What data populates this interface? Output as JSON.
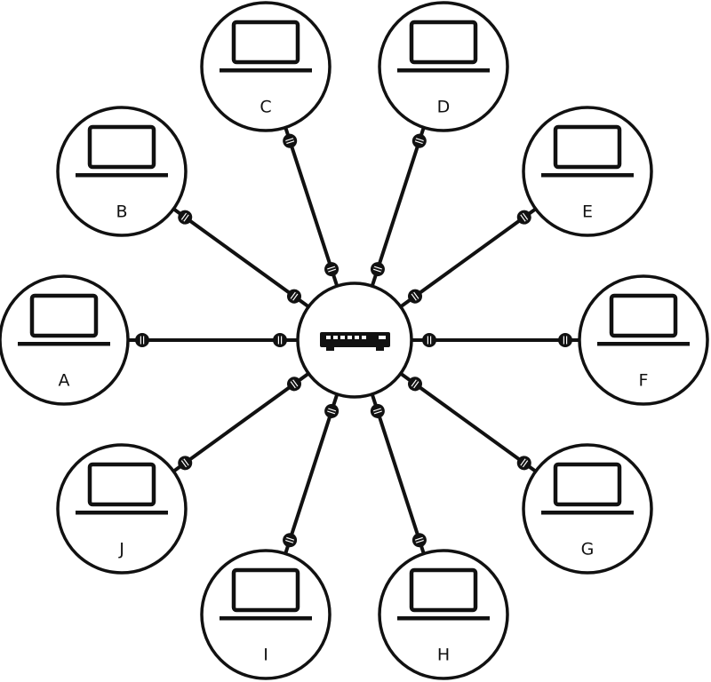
{
  "colors": {
    "stroke": "#111111",
    "fill": "#ffffff",
    "connector": "#111111"
  },
  "hub": {
    "icon": "network-switch-icon"
  },
  "nodes": [
    {
      "id": "a",
      "label": "A",
      "icon": "laptop-icon"
    },
    {
      "id": "b",
      "label": "B",
      "icon": "laptop-icon"
    },
    {
      "id": "c",
      "label": "C",
      "icon": "laptop-icon"
    },
    {
      "id": "d",
      "label": "D",
      "icon": "laptop-icon"
    },
    {
      "id": "e",
      "label": "E",
      "icon": "laptop-icon"
    },
    {
      "id": "f",
      "label": "F",
      "icon": "laptop-icon"
    },
    {
      "id": "g",
      "label": "G",
      "icon": "laptop-icon"
    },
    {
      "id": "h",
      "label": "H",
      "icon": "laptop-icon"
    },
    {
      "id": "i",
      "label": "I",
      "icon": "laptop-icon"
    },
    {
      "id": "j",
      "label": "J",
      "icon": "laptop-icon"
    }
  ]
}
